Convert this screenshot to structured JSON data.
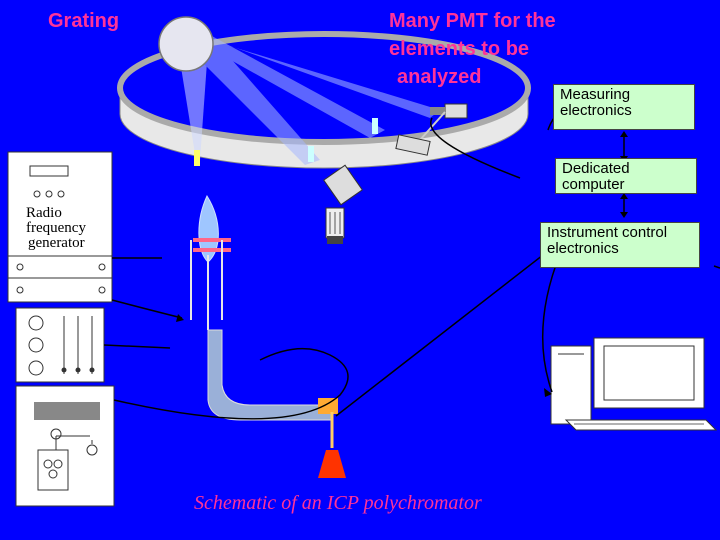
{
  "labels": {
    "grating": "Grating",
    "pmt_line1": "Many PMT for the",
    "pmt_line2": "elements to be",
    "pmt_line3": "analyzed",
    "measuring_line1": "Measuring",
    "measuring_line2": "electronics",
    "computer_line1": "Dedicated",
    "computer_line2": "computer",
    "instrument_line1": "Instrument control",
    "instrument_line2": "electronics",
    "rf_line1": "Radio",
    "rf_line2": "frequency",
    "rf_line3": "generator",
    "caption": "Schematic of an ICP polychromator"
  },
  "colors": {
    "background": "#0000ff",
    "label_text": "#ff3399",
    "box_fill": "#ccffcc",
    "panel_fill": "#ffffff"
  }
}
